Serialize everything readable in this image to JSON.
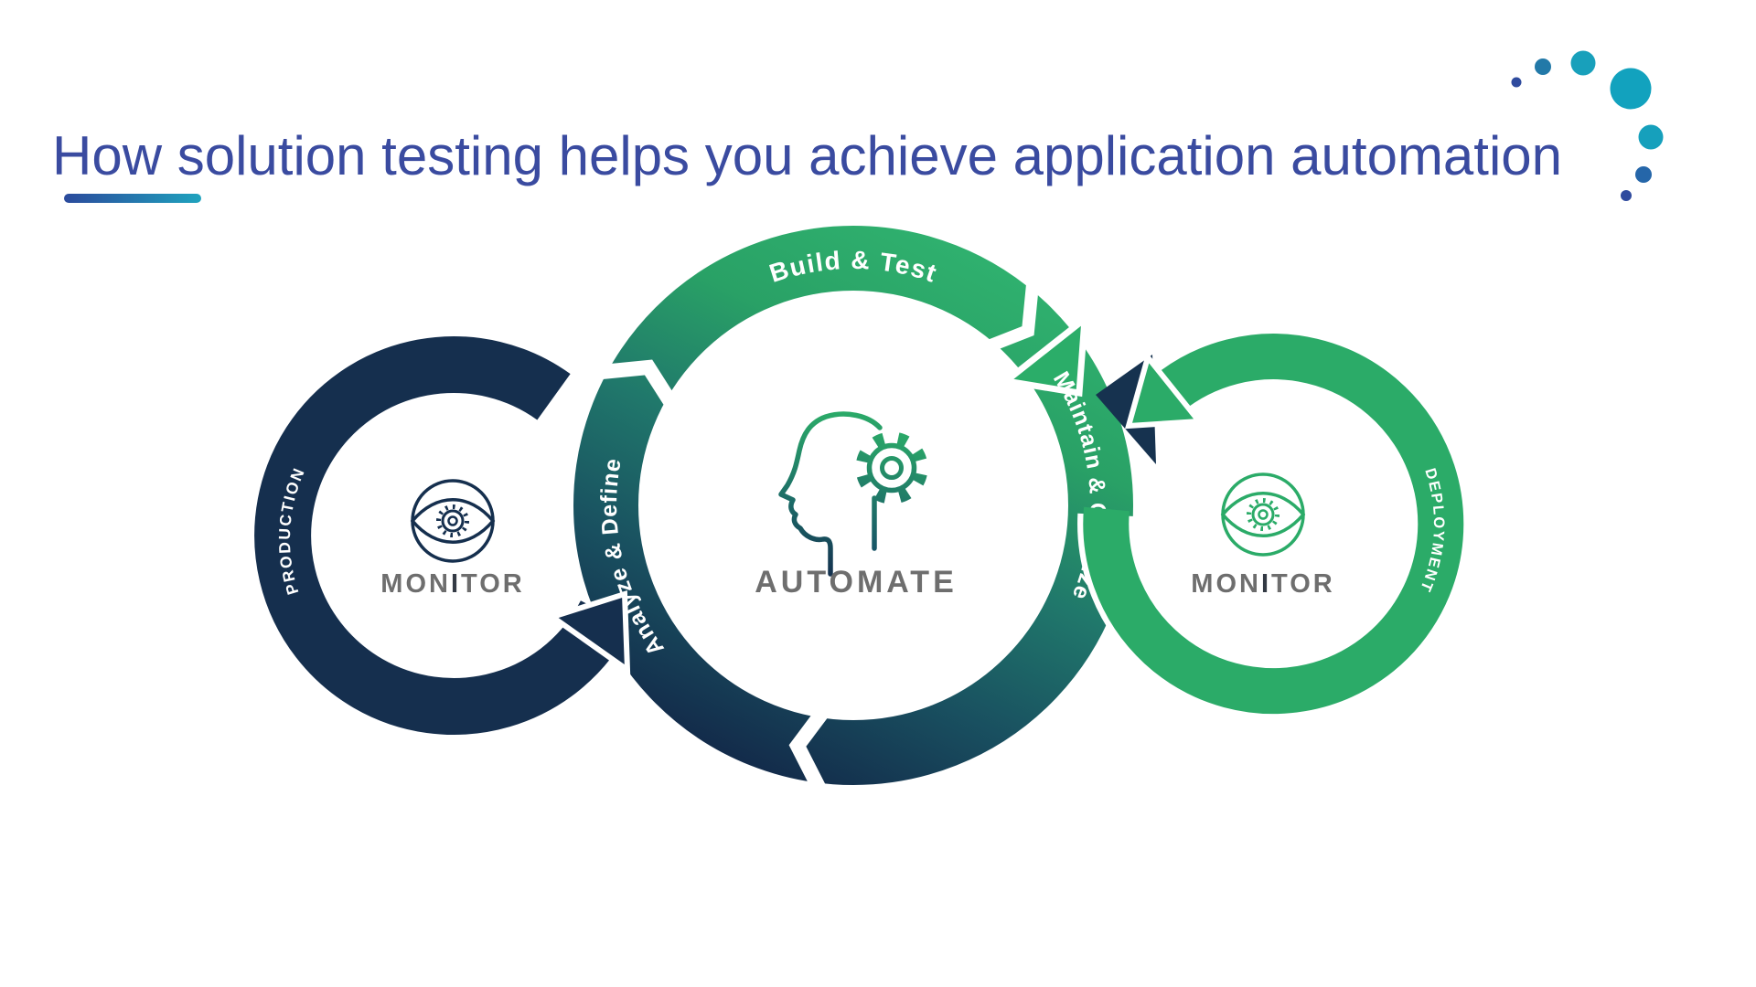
{
  "slide": {
    "title": "How solution testing helps you achieve application automation"
  },
  "diagram": {
    "left_cycle": {
      "ring_label": "PRODUCTION",
      "center_label_pre": "MON",
      "center_label_i": "I",
      "center_label_post": "TOR"
    },
    "main_cycle": {
      "top_label": "Build & Test",
      "right_label": "Maintain & Optimze",
      "left_label": "Analyze & Define",
      "center_label": "AUTOMATE"
    },
    "right_cycle": {
      "ring_label": "DEPLOYMENT",
      "center_label_pre": "MON",
      "center_label_i": "I",
      "center_label_post": "TOR"
    }
  },
  "colors": {
    "title_blue": "#3A4BA0",
    "accent_blue": "#2B4A9C",
    "accent_teal": "#1FA3BE",
    "navy": "#152F4E",
    "green": "#2BAB68",
    "teal": "#20776B",
    "label_gray": "#6B6B6B"
  },
  "decoration": {
    "dots_count": 7
  }
}
